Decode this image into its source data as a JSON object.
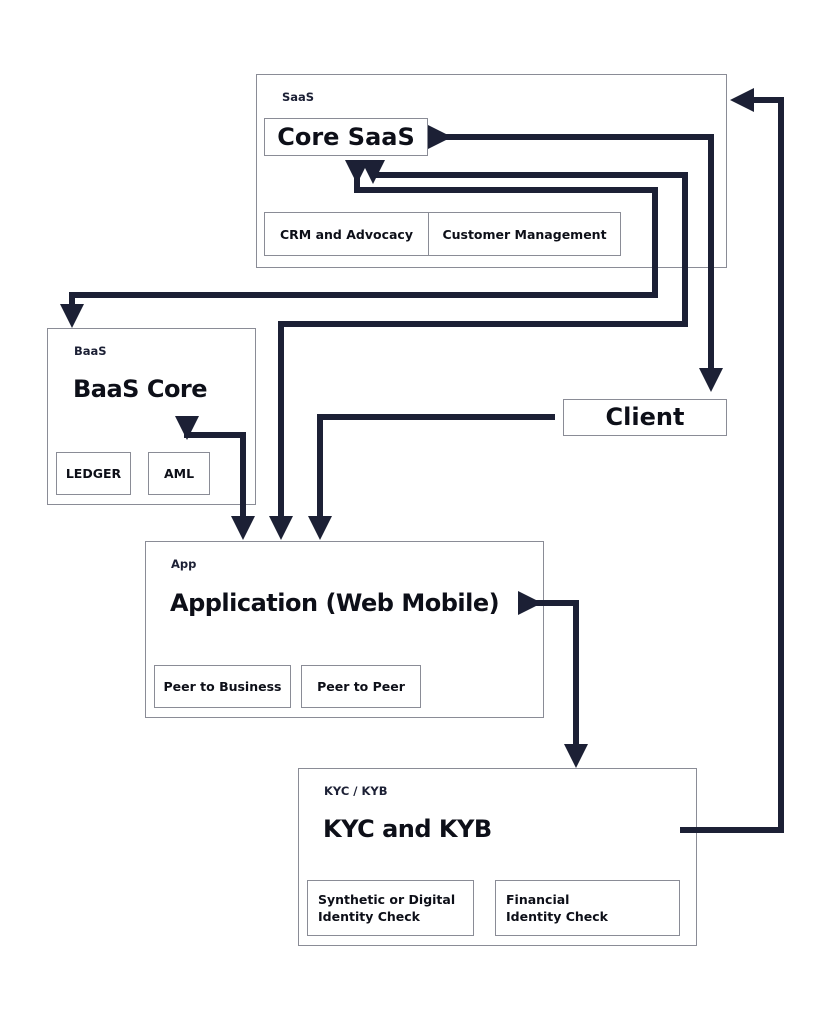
{
  "colors": {
    "arrow": "#1c2035",
    "border": "#8a8c96",
    "text": "#0d0f18"
  },
  "saas": {
    "label": "SaaS",
    "title": "Core SaaS",
    "modules": [
      "CRM and Advocacy",
      "Customer Management"
    ]
  },
  "baas": {
    "label": "BaaS",
    "title": "BaaS Core",
    "modules": [
      "LEDGER",
      "AML"
    ]
  },
  "client": {
    "title": "Client"
  },
  "app": {
    "label": "App",
    "title": "Application (Web Mobile)",
    "modules": [
      "Peer to Business",
      "Peer to Peer"
    ]
  },
  "kyc": {
    "label": "KYC / KYB",
    "title": "KYC and KYB",
    "modules": [
      "Synthetic or Digital Identity Check",
      "Financial Identity Check"
    ]
  }
}
